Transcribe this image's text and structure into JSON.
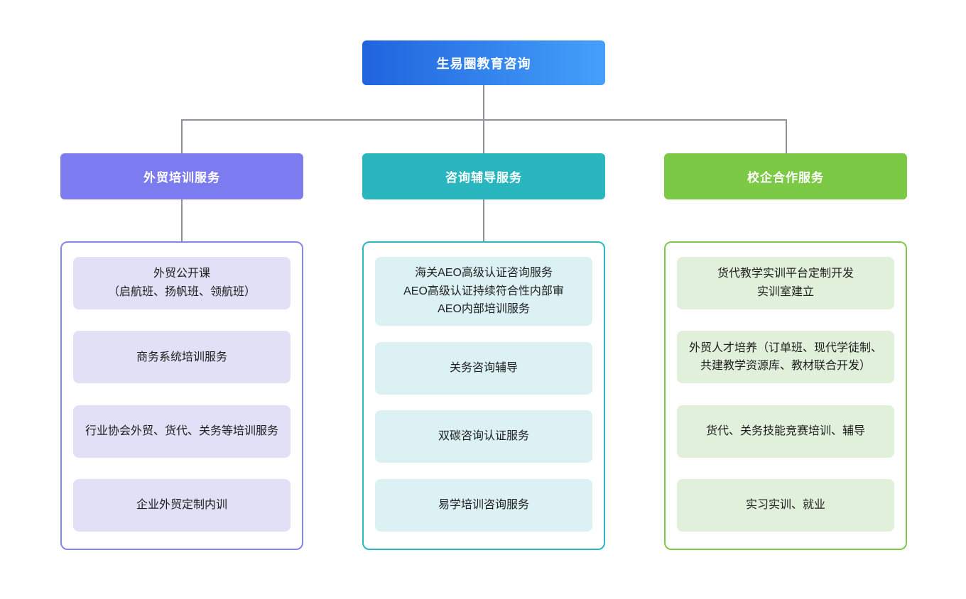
{
  "page": {
    "background": "#ffffff"
  },
  "connector_color": "#8E939B",
  "root": {
    "label": "生易圈教育咨询",
    "gradient_start": "#2064DE",
    "gradient_end": "#45A0FA",
    "text_color": "#ffffff"
  },
  "columns": [
    {
      "header": "外贸培训服务",
      "header_color": "#7C7CF0",
      "border_color": "#8585EE",
      "item_bg": "#E1E0F6",
      "has_connector": true,
      "items": [
        {
          "text": "外贸公开课\n（启航班、扬帆班、领航班）"
        },
        {
          "text": "商务系统培训服务"
        },
        {
          "text": "行业协会外贸、货代、关务等培训服务"
        },
        {
          "text": "企业外贸定制内训"
        }
      ]
    },
    {
      "header": "咨询辅导服务",
      "header_color": "#29B6BE",
      "border_color": "#2AB7BF",
      "item_bg": "#DCF1F4",
      "has_connector": true,
      "items": [
        {
          "text": "海关AEO高级认证咨询服务\nAEO高级认证持续符合性内部审\nAEO内部培训服务"
        },
        {
          "text": "关务咨询辅导"
        },
        {
          "text": "双碳咨询认证服务"
        },
        {
          "text": "易学培训咨询服务"
        }
      ]
    },
    {
      "header": "校企合作服务",
      "header_color": "#7BC944",
      "border_color": "#7CC94A",
      "item_bg": "#E0F0DB",
      "has_connector": false,
      "items": [
        {
          "text": "货代教学实训平台定制开发\n实训室建立"
        },
        {
          "text": "外贸人才培养（订单班、现代学徒制、共建教学资源库、教材联合开发）"
        },
        {
          "text": "货代、关务技能竞赛培训、辅导"
        },
        {
          "text": "实习实训、就业"
        }
      ]
    }
  ]
}
